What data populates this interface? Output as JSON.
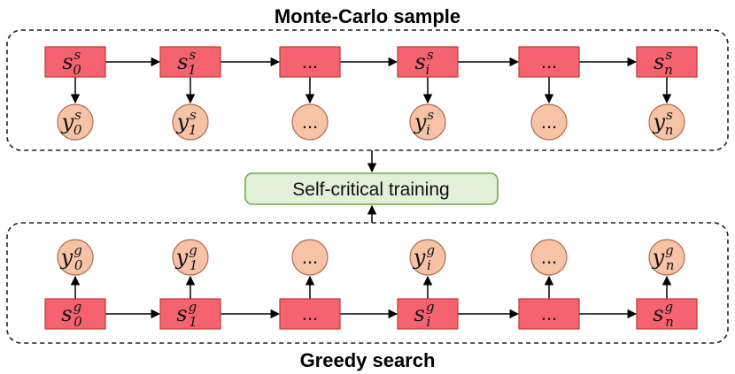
{
  "top_group": {
    "title": "Monte-Carlo sample",
    "superscript": "s",
    "states": [
      {
        "base": "s",
        "sub": "0"
      },
      {
        "base": "s",
        "sub": "1"
      },
      {
        "base": "",
        "sub": "",
        "text": "..."
      },
      {
        "base": "s",
        "sub": "i"
      },
      {
        "base": "",
        "sub": "",
        "text": "..."
      },
      {
        "base": "s",
        "sub": "n"
      }
    ],
    "outputs": [
      {
        "base": "y",
        "sub": "0"
      },
      {
        "base": "y",
        "sub": "1"
      },
      {
        "base": "",
        "sub": "",
        "text": "..."
      },
      {
        "base": "y",
        "sub": "i"
      },
      {
        "base": "",
        "sub": "",
        "text": "..."
      },
      {
        "base": "y",
        "sub": "n"
      }
    ]
  },
  "bottom_group": {
    "title": "Greedy search",
    "superscript": "g",
    "states": [
      {
        "base": "s",
        "sub": "0"
      },
      {
        "base": "s",
        "sub": "1"
      },
      {
        "base": "",
        "sub": "",
        "text": "..."
      },
      {
        "base": "s",
        "sub": "i"
      },
      {
        "base": "",
        "sub": "",
        "text": "..."
      },
      {
        "base": "s",
        "sub": "n"
      }
    ],
    "outputs": [
      {
        "base": "y",
        "sub": "0"
      },
      {
        "base": "y",
        "sub": "1"
      },
      {
        "base": "",
        "sub": "",
        "text": "..."
      },
      {
        "base": "y",
        "sub": "i"
      },
      {
        "base": "",
        "sub": "",
        "text": "..."
      },
      {
        "base": "y",
        "sub": "n"
      }
    ]
  },
  "center_box": {
    "label": "Self-critical training"
  },
  "colors": {
    "state_fill": "#f4636f",
    "state_stroke": "#c0392b",
    "output_fill": "#f7c3a6",
    "output_stroke": "#b06a4a",
    "center_fill": "#e2efd9",
    "center_stroke": "#70ad47"
  }
}
